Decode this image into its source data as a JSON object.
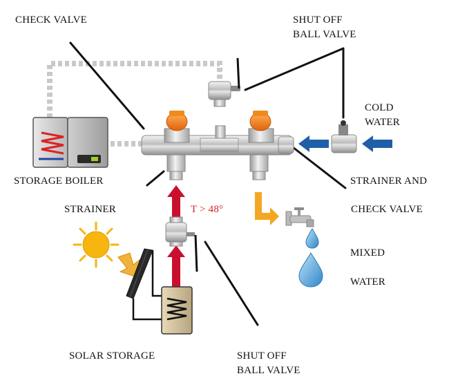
{
  "labels": {
    "check_valve": "CHECK VALVE",
    "shut_off_top_line1": "SHUT OFF",
    "shut_off_top_line2": "BALL VALVE",
    "cold_water_line1": "COLD",
    "cold_water_line2": "WATER",
    "storage_boiler": "STORAGE BOILER",
    "strainer_and": "STRAINER AND",
    "check_valve_right": "CHECK VALVE",
    "strainer": "STRAINER",
    "temperature": "T > 48°",
    "mixed": "MIXED",
    "water": "WATER",
    "solar_storage": "SOLAR STORAGE",
    "shut_off_bottom_line1": "SHUT OFF",
    "shut_off_bottom_line2": "BALL VALVE"
  },
  "colors": {
    "hot_arrow": "#c8102e",
    "cold_arrow": "#1f5fa8",
    "mixed_arrow": "#f5a623",
    "valve_knob": "#f07a12",
    "pipe_dotted": "#c9c9c9",
    "water_drop": "#4a9fd8",
    "sun": "#f6b60f",
    "label_red": "#d0262b"
  },
  "icons": [
    "sun-icon",
    "water-drop-icon",
    "faucet-icon",
    "storage-boiler-icon",
    "solar-storage-tank-icon",
    "solar-panel-icon",
    "ball-valve-icon",
    "mixing-valve-icon"
  ]
}
